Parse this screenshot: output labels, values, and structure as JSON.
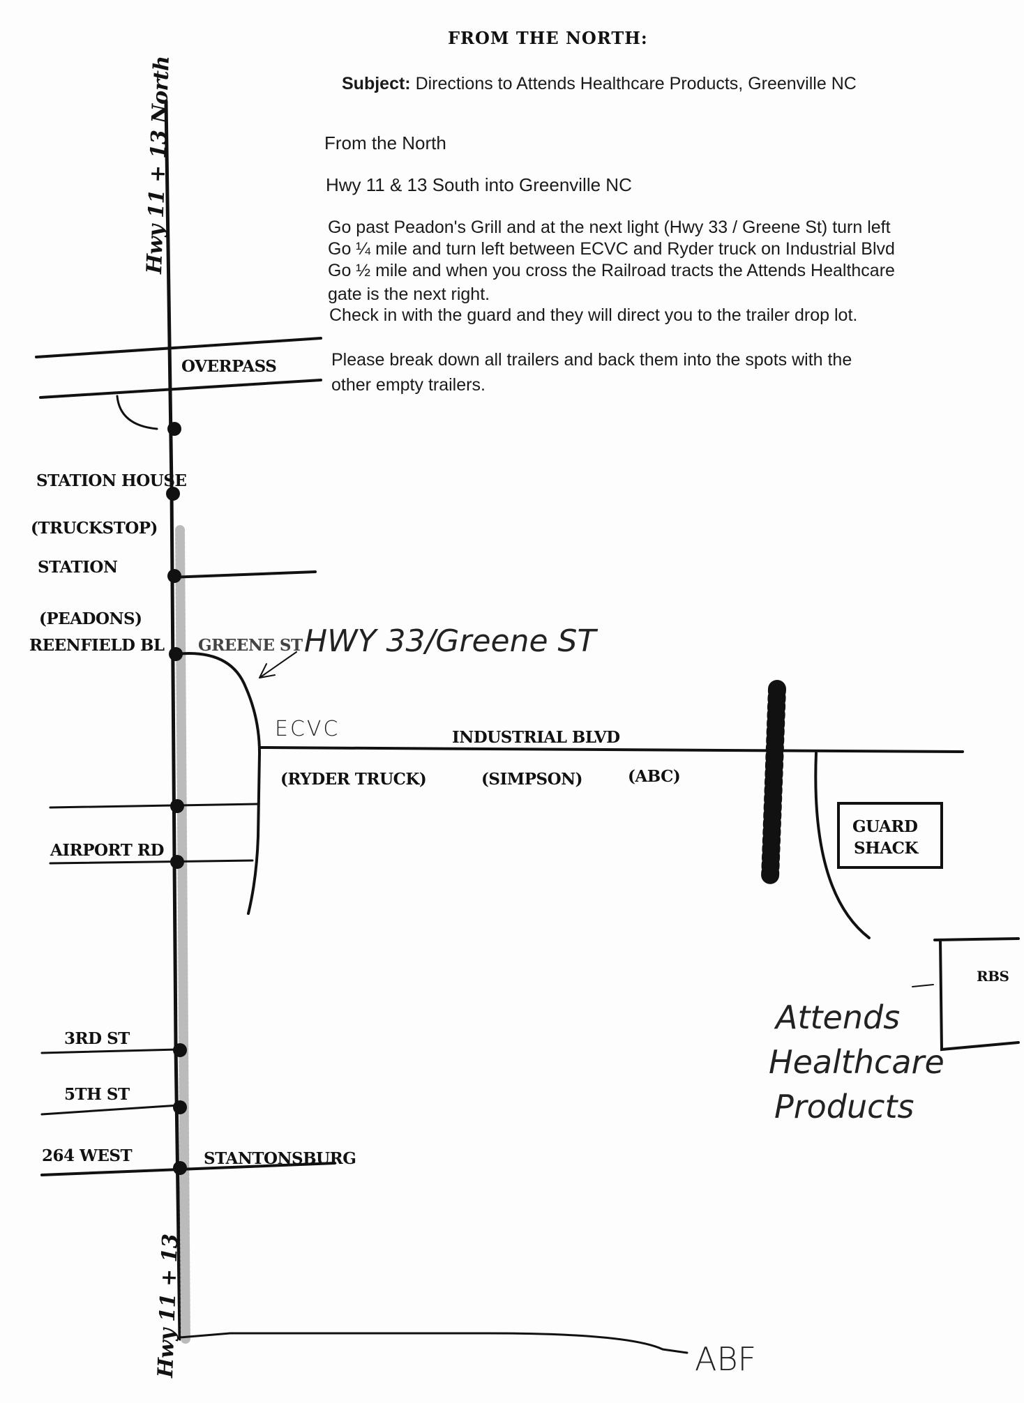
{
  "header": {
    "title": "FROM THE NORTH:",
    "subject_label": "Subject:",
    "subject_text": "Directions to Attends Healthcare Products, Greenville NC"
  },
  "directions": [
    "From the North",
    "Hwy 11 & 13 South into Greenville NC",
    "Go past Peadon's Grill and at the next light (Hwy 33 / Greene St) turn left",
    "Go ¼ mile and turn left between ECVC and Ryder truck on Industrial Blvd",
    "Go ½ mile and when you cross the Railroad tracts the Attends Healthcare",
    "gate is the next right.",
    "Check in with the guard and they will direct you to the trailer drop lot.",
    "Please break down all trailers and back them into the spots with the",
    "other empty trailers."
  ],
  "map": {
    "highway_top": "Hwy 11 + 13 North",
    "highway_bottom": "Hwy 11 + 13",
    "labels": {
      "overpass": "OVERPASS",
      "station_house": "STATION HOUSE",
      "truckstop": "(TRUCKSTOP)",
      "station": "STATION",
      "peadons": "(PEADONS)",
      "greenfield": "REENFIELD BL",
      "greene_st": "GREENE ST",
      "ecvc": "ECVC",
      "industrial": "INDUSTRIAL BLVD",
      "ryder": "(RYDER TRUCK)",
      "simpson": "(SIMPSON)",
      "abc": "(ABC)",
      "guard_shack_1": "GUARD",
      "guard_shack_2": "SHACK",
      "airport": "AIRPORT RD",
      "third": "3RD ST",
      "fifth": "5TH ST",
      "west264": "264 WEST",
      "stantonsburg": "STANTONSBURG",
      "building": "RBS"
    },
    "handwritten": {
      "hwy33": "HWY 33/Greene ST",
      "attends_1": "Attends",
      "attends_2": "Healthcare",
      "attends_3": "Products",
      "abf": "ABF"
    }
  }
}
